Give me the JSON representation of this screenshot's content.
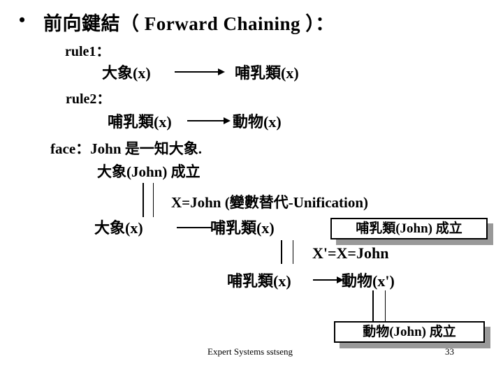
{
  "slide": {
    "bullet": "•",
    "title": "前向鍵結（ Forward Chaining ）：",
    "rule1": {
      "label": "rule1：",
      "lhs": "大象(x)",
      "rhs": "哺乳類(x)"
    },
    "rule2": {
      "label": "rule2：",
      "lhs": "哺乳類(x)",
      "rhs": "動物(x)"
    },
    "fact_line": "face：John 是一知大象.",
    "fact_assert": "大象(John) 成立",
    "unification1": "X=John (變數替代-Unification)",
    "match1": {
      "lhs": "大象(x)",
      "rhs": "哺乳類(x)"
    },
    "box1_text": "哺乳類(John) 成立",
    "unification2": "X'=X=John",
    "match2": {
      "lhs": "哺乳類(x)",
      "rhs": "動物(x')"
    },
    "box2_text": "動物(John) 成立",
    "footer": "Expert Systems sstseng",
    "page_number": "33"
  },
  "colors": {
    "background": "#ffffff",
    "text": "#000000",
    "box_border": "#000000",
    "box_shadow": "#999999"
  }
}
